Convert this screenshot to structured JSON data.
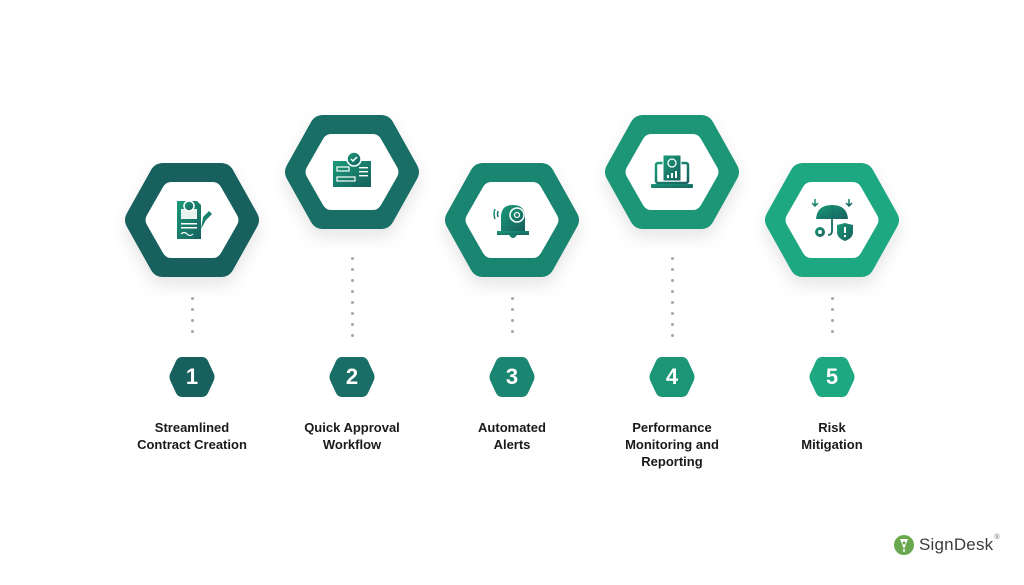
{
  "steps": [
    {
      "number": "1",
      "title_line1": "Streamlined",
      "title_line2": "Contract Creation",
      "title_line3": "",
      "icon": "contract-document-gear-pen-icon",
      "color": "#17605e"
    },
    {
      "number": "2",
      "title_line1": "Quick Approval",
      "title_line2": "Workflow",
      "title_line3": "",
      "icon": "approval-workflow-board-check-icon",
      "color": "#196f65"
    },
    {
      "number": "3",
      "title_line1": "Automated",
      "title_line2": "Alerts",
      "title_line3": "",
      "icon": "alert-bell-gear-icon",
      "color": "#1a8570"
    },
    {
      "number": "4",
      "title_line1": "Performance",
      "title_line2": "Monitoring and",
      "title_line3": "Reporting",
      "icon": "laptop-report-chart-icon",
      "color": "#1c9677"
    },
    {
      "number": "5",
      "title_line1": "Risk",
      "title_line2": "Mitigation",
      "title_line3": "",
      "icon": "umbrella-shield-gear-icon",
      "color": "#1ea882"
    }
  ],
  "brand": {
    "name": "SignDesk",
    "registered": "®",
    "color": "#6aa84f"
  }
}
